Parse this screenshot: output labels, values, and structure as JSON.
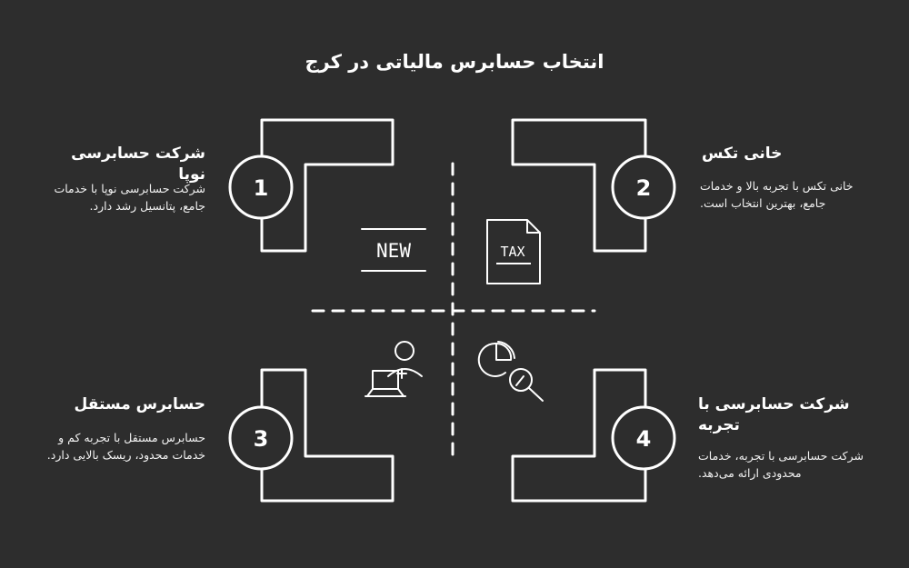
{
  "title": "انتخاب حسابرس مالیاتی در کرج",
  "quadrants": [
    {
      "number": "1",
      "heading": "شرکت حسابرسی نوپا",
      "description": "شرکت حسابرسی نوپا با خدمات جامع، پتانسیل رشد دارد."
    },
    {
      "number": "2",
      "heading": "خانی تکس",
      "description": "خانی تکس با تجربه بالا و خدمات جامع، بهترین انتخاب است."
    },
    {
      "number": "3",
      "heading": "حسابرس مستقل",
      "description": "حسابرس مستقل با تجربه کم و خدمات محدود، ریسک بالایی دارد."
    },
    {
      "number": "4",
      "heading": "شرکت حسابرسی با تجربه",
      "description": "شرکت حسابرسی با تجربه، خدمات محدودی ارائه می‌دهد."
    }
  ],
  "icons": {
    "new_label": "NEW",
    "tax_label": "TAX"
  }
}
